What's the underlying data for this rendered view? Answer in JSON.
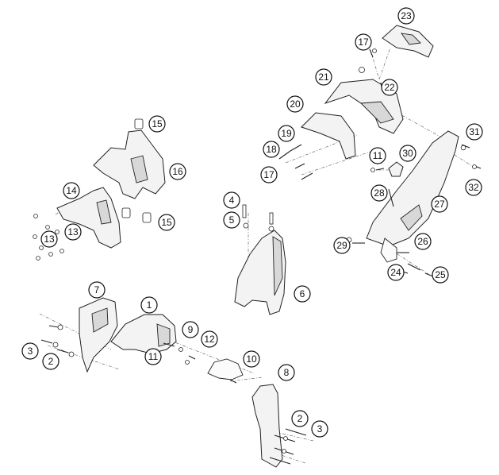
{
  "callouts": [
    {
      "label": "1"
    },
    {
      "label": "2"
    },
    {
      "label": "2"
    },
    {
      "label": "3"
    },
    {
      "label": "3"
    },
    {
      "label": "4"
    },
    {
      "label": "5"
    },
    {
      "label": "6"
    },
    {
      "label": "7"
    },
    {
      "label": "8"
    },
    {
      "label": "9"
    },
    {
      "label": "10"
    },
    {
      "label": "11"
    },
    {
      "label": "11"
    },
    {
      "label": "12"
    },
    {
      "label": "13"
    },
    {
      "label": "13"
    },
    {
      "label": "14"
    },
    {
      "label": "15"
    },
    {
      "label": "15"
    },
    {
      "label": "16"
    },
    {
      "label": "17"
    },
    {
      "label": "17"
    },
    {
      "label": "18"
    },
    {
      "label": "19"
    },
    {
      "label": "20"
    },
    {
      "label": "21"
    },
    {
      "label": "22"
    },
    {
      "label": "23"
    },
    {
      "label": "24"
    },
    {
      "label": "25"
    },
    {
      "label": "26"
    },
    {
      "label": "27"
    },
    {
      "label": "28"
    },
    {
      "label": "29"
    },
    {
      "label": "30"
    },
    {
      "label": "31"
    },
    {
      "label": "32"
    }
  ]
}
